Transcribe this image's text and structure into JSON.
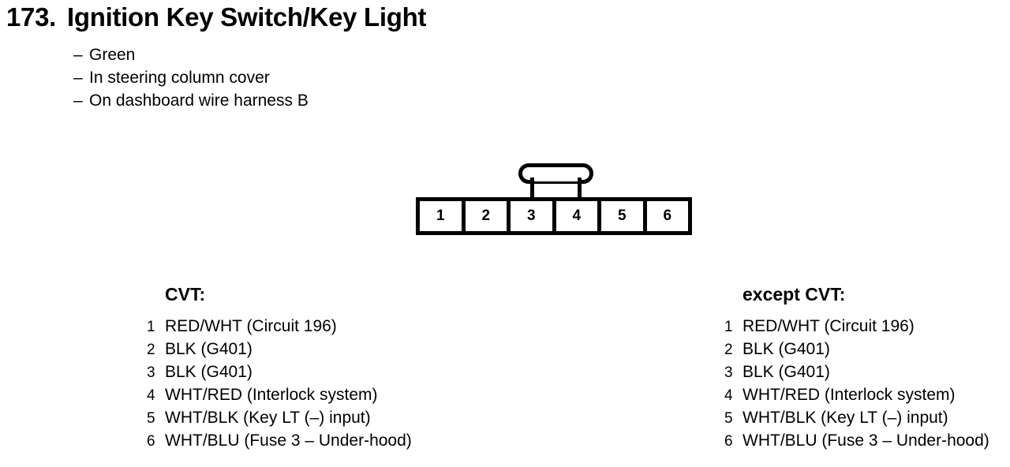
{
  "title": {
    "number": "173.",
    "text": "Ignition Key Switch/Key Light"
  },
  "notes": [
    {
      "dash": "–",
      "text": "Green"
    },
    {
      "dash": "–",
      "text": "In steering column cover"
    },
    {
      "dash": "–",
      "text": "On dashboard wire harness B"
    }
  ],
  "connector": {
    "pins": [
      "1",
      "2",
      "3",
      "4",
      "5",
      "6"
    ],
    "latch": "connector-latch-tab"
  },
  "legends": [
    {
      "heading": "CVT:",
      "rows": [
        {
          "pin": "1",
          "text": "RED/WHT (Circuit 196)"
        },
        {
          "pin": "2",
          "text": "BLK (G401)"
        },
        {
          "pin": "3",
          "text": "BLK (G401)"
        },
        {
          "pin": "4",
          "text": "WHT/RED (Interlock system)"
        },
        {
          "pin": "5",
          "text": "WHT/BLK (Key LT (–) input)"
        },
        {
          "pin": "6",
          "text": "WHT/BLU (Fuse 3 – Under-hood)"
        }
      ]
    },
    {
      "heading": "except CVT:",
      "rows": [
        {
          "pin": "1",
          "text": "RED/WHT (Circuit 196)"
        },
        {
          "pin": "2",
          "text": "BLK (G401)"
        },
        {
          "pin": "3",
          "text": "BLK (G401)"
        },
        {
          "pin": "4",
          "text": "WHT/RED (Interlock system)"
        },
        {
          "pin": "5",
          "text": "WHT/BLK (Key LT (–) input)"
        },
        {
          "pin": "6",
          "text": "WHT/BLU (Fuse 3 – Under-hood)"
        }
      ]
    }
  ],
  "colors": {
    "ink": "#000000",
    "paper": "#ffffff"
  }
}
